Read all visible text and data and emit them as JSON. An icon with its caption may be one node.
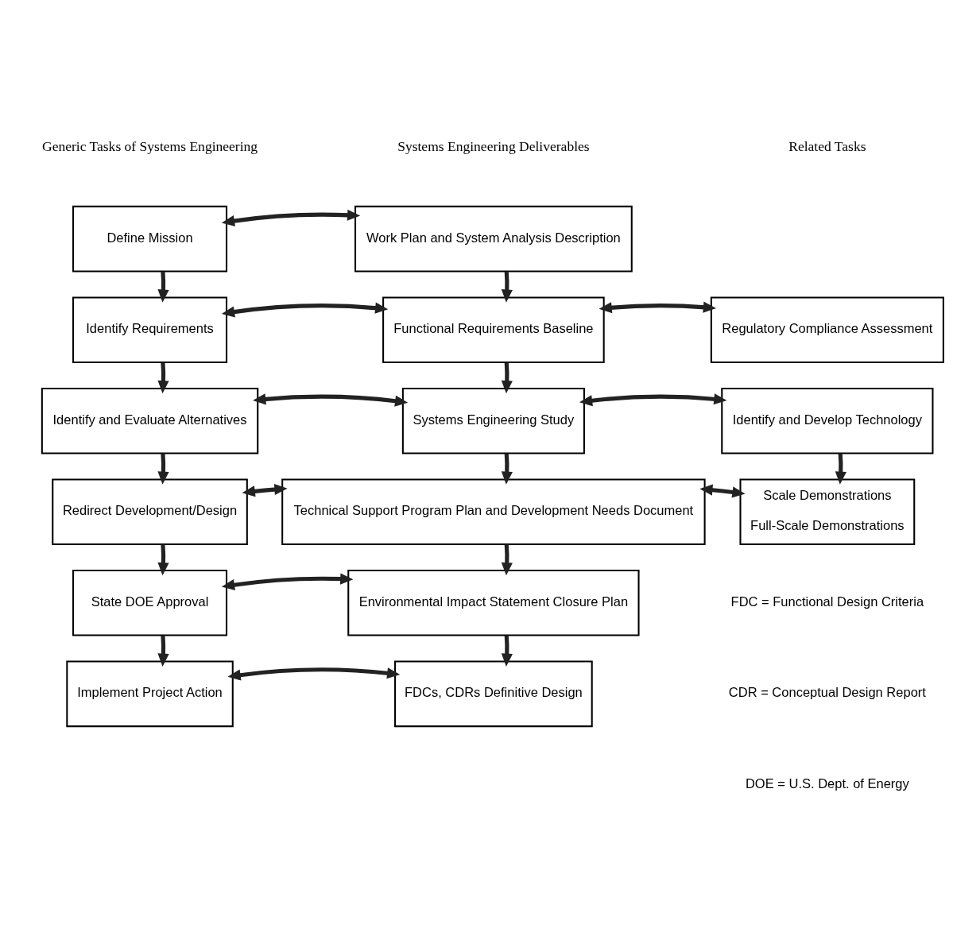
{
  "diagram": {
    "nodes": [
      {
        "text": [
          "Define Mission"
        ]
      },
      {
        "text": [
          "Work Plan and System Analysis Description"
        ]
      },
      {
        "text": [
          "Identify Requirements"
        ]
      },
      {
        "text": [
          "Functional Requirements Baseline"
        ]
      },
      {
        "text": [
          "Regulatory Compliance Assessment"
        ]
      },
      {
        "text": [
          "Identify and Evaluate Alternatives"
        ]
      },
      {
        "text": [
          "Systems Engineering Study"
        ]
      },
      {
        "text": [
          "Identify and Develop Technology"
        ]
      },
      {
        "text": [
          "Redirect Development/Design"
        ]
      },
      {
        "text": [
          "Technical Support Program Plan and Development Needs Document"
        ]
      },
      {
        "text": [
          "Scale Demonstrations",
          "Full-Scale Demonstrations"
        ]
      },
      {
        "text": [
          "State DOE Approval"
        ]
      },
      {
        "text": [
          "Environmental Impact Statement Closure Plan"
        ]
      },
      {
        "text": [
          "Implement Project Action"
        ]
      },
      {
        "text": [
          "FDCs, CDRs Definitive Design"
        ]
      }
    ],
    "edges": [
      {
        "from": 0,
        "to": 1,
        "arrow": "both"
      },
      {
        "from": 0,
        "to": 2,
        "arrow": "to"
      },
      {
        "from": 1,
        "to": 3,
        "arrow": "to"
      },
      {
        "from": 2,
        "to": 3,
        "arrow": "both"
      },
      {
        "from": 3,
        "to": 4,
        "arrow": "both"
      },
      {
        "from": 2,
        "to": 5,
        "arrow": "to"
      },
      {
        "from": 3,
        "to": 6,
        "arrow": "to"
      },
      {
        "from": 5,
        "to": 6,
        "arrow": "both"
      },
      {
        "from": 6,
        "to": 7,
        "arrow": "both"
      },
      {
        "from": 5,
        "to": 8,
        "arrow": "to"
      },
      {
        "from": 6,
        "to": 9,
        "arrow": "to"
      },
      {
        "from": 7,
        "to": 10,
        "arrow": "to"
      },
      {
        "from": 8,
        "to": 9,
        "arrow": "both"
      },
      {
        "from": 9,
        "to": 10,
        "arrow": "both"
      },
      {
        "from": 8,
        "to": 11,
        "arrow": "to"
      },
      {
        "from": 9,
        "to": 12,
        "arrow": "to"
      },
      {
        "from": 11,
        "to": 12,
        "arrow": "both"
      },
      {
        "from": 11,
        "to": 13,
        "arrow": "to"
      },
      {
        "from": 12,
        "to": 14,
        "arrow": "to"
      },
      {
        "from": 13,
        "to": 14,
        "arrow": "both"
      }
    ],
    "labels": [
      "Generic Tasks of Systems Engineering",
      "Systems Engineering Deliverables",
      "Related Tasks",
      "FDC = Functional Design Criteria",
      "CDR = Conceptual Design Report",
      "DOE = U.S. Dept. of Energy"
    ]
  }
}
